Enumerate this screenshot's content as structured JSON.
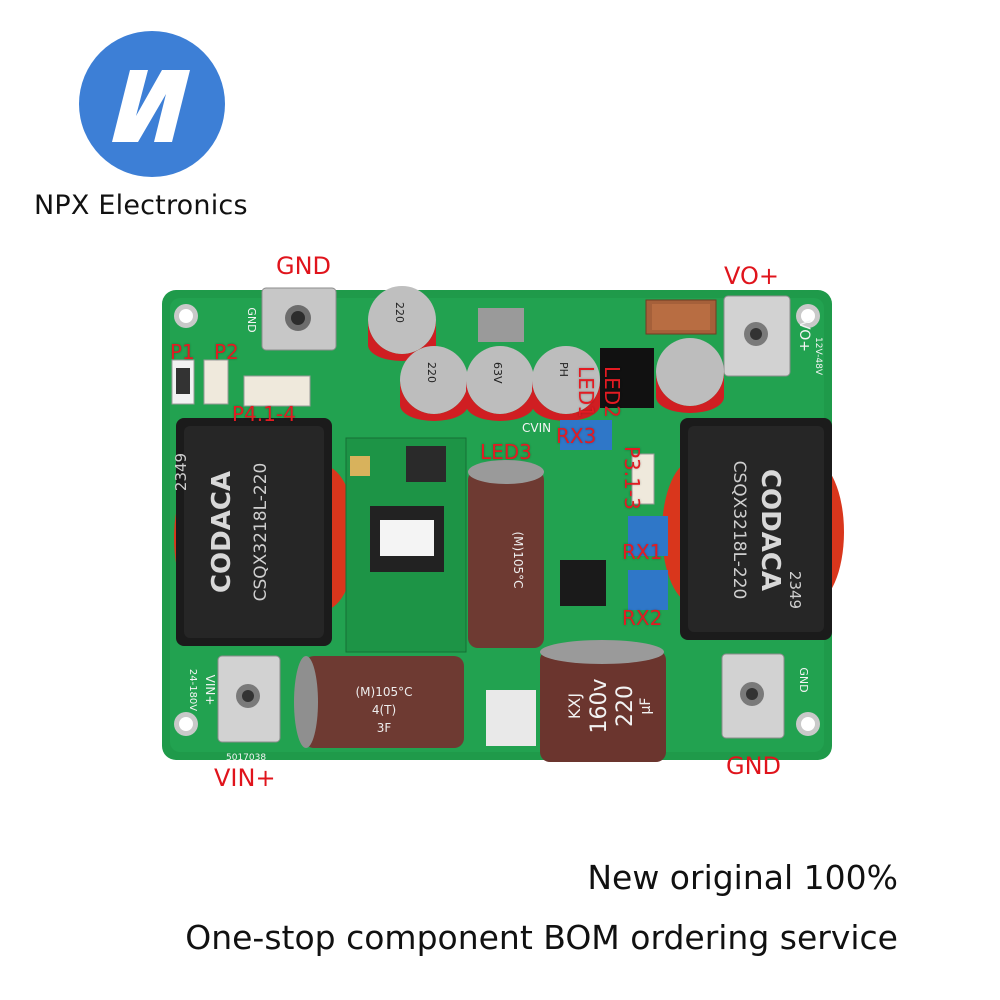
{
  "brand": {
    "name": "NPX Electronics",
    "logo_icon": "npx-n-logo-icon",
    "logo_color": "#3d7fd6"
  },
  "taglines": {
    "line1": "New original 100%",
    "line2": "One-stop component BOM ordering service"
  },
  "board_labels": {
    "gnd_top": "GND",
    "vo_plus": "VO+",
    "vin_plus": "VIN+",
    "gnd_bottom": "GND",
    "p1": "P1",
    "p2": "P2",
    "p4": "P4.1-4",
    "led1": "LED1",
    "led2": "LED2",
    "led3": "LED3",
    "rx1": "RX1",
    "rx2": "RX2",
    "rx3": "RX3",
    "p3": "P3.1-3",
    "cvin": "CVIN"
  },
  "silkscreen": {
    "gnd": "GND",
    "vin": "VIN+",
    "vin_range": "24-180V",
    "vo": "VO+",
    "vo_range": "12V-48V",
    "gnd_right": "GND",
    "serial": "5017038"
  },
  "inductors": {
    "brand": "CODACA",
    "code": "2349",
    "part": "CSQX3218L-220"
  },
  "small_caps": {
    "value": "220",
    "voltage": "63V",
    "series": "PH"
  },
  "big_cap_right": {
    "brand": "KXJ",
    "voltage": "160v",
    "capacitance": "220",
    "unit": "µF"
  },
  "big_cap_left": {
    "line1": "(M)105°C",
    "line2": "4(T)",
    "line3": "3F"
  },
  "mid_cap": {
    "line1": "(M)105°C"
  },
  "colors": {
    "pcb": "#1f9a4a",
    "label_red": "#e0141c",
    "cap_brown": "#6e3a32"
  }
}
